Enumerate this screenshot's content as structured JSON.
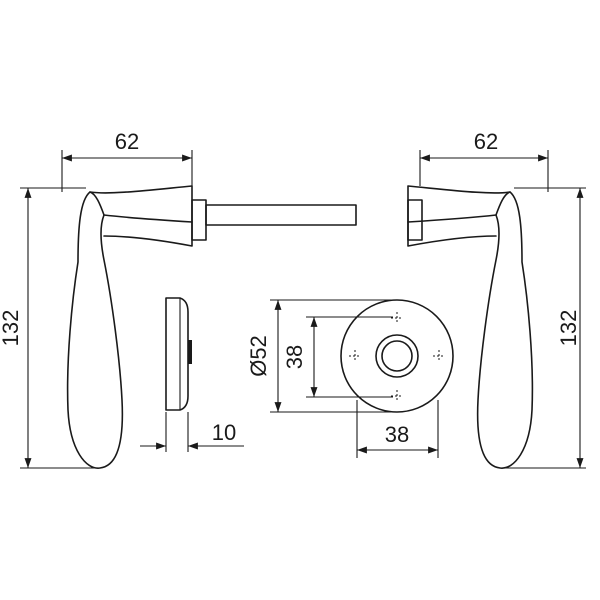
{
  "dimensions": {
    "left_lever_width": "62",
    "right_lever_width": "62",
    "left_lever_height": "132",
    "right_lever_height": "132",
    "rose_diameter": "Ø52",
    "rose_inner_height": "38",
    "rose_inner_width": "38",
    "rose_thickness": "10"
  },
  "icons": {
    "arrow": "arrowhead-icon"
  },
  "colors": {
    "line": "#1a1a1a",
    "background": "#ffffff"
  }
}
